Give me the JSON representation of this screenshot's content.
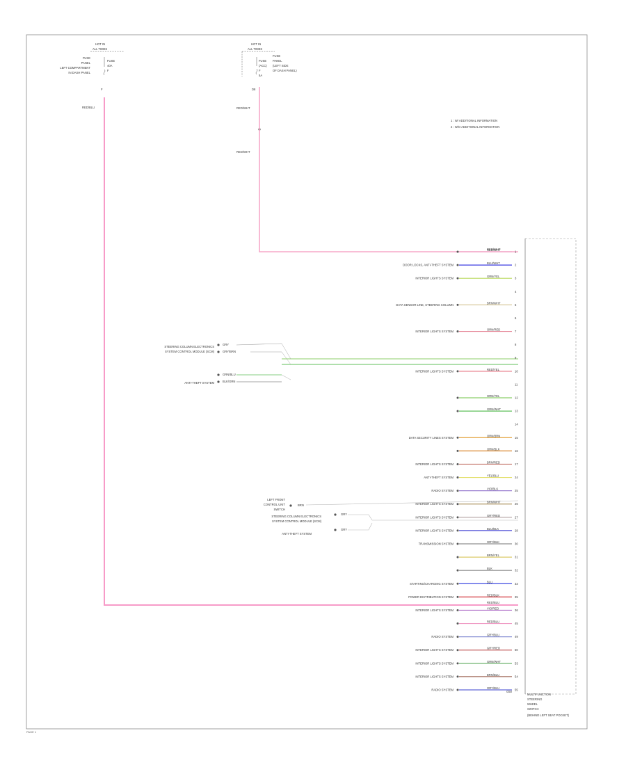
{
  "diagram": {
    "legend_notes": [
      "1  : W/ ADDITIONAL INFORMATION",
      "2  : W/O ADDITIONAL INFORMATION"
    ],
    "fuse_left": {
      "header": [
        "HOT IN",
        "ALL TIMES"
      ],
      "labels": [
        "FUSE",
        "PANEL",
        "LEFT COMPARTMENT",
        "IN DASH PANEL"
      ],
      "detail": [
        "FUSE",
        "40A",
        "F"
      ],
      "pin": "F",
      "wire": "RED/BLU"
    },
    "fuse_center": {
      "header": [
        "HOT IN",
        "ALL TIMES"
      ],
      "detail": [
        "FUSE",
        "(ACC)",
        "F",
        "5A"
      ],
      "labels": [
        "FUSE",
        "PANEL",
        "(LEFT SIDE",
        "OF DASH PANEL)"
      ],
      "pin": "D8",
      "wire_upper": "RED/WHT",
      "wire_lower": "RED/WHT"
    },
    "module": {
      "header": "",
      "caption": [
        "MULTIFUNCTION",
        "STEERING",
        "WHEEL",
        "SWITCH",
        "(BEHIND LEFT SEAT POCKET)"
      ],
      "ground_label": "G50"
    },
    "main_wire_colors": {
      "power_left": "#f79bc8",
      "power_center": "#f7a8c9"
    },
    "pins": [
      {
        "label": "",
        "wire": "RED/WHT",
        "color": "#f1a6c6",
        "pin": "1"
      },
      {
        "label": "DOOR LOCKS, ANTI-THEFT SYSTEM",
        "wire": "BLU/WHT",
        "color": "#3b3be0",
        "pin": "2"
      },
      {
        "label": "INTERIOR LIGHTS SYSTEM",
        "wire": "GRN/YEL",
        "color": "#b8d85a",
        "pin": "3"
      },
      {
        "label": "",
        "wire": "",
        "color": "",
        "pin": "4"
      },
      {
        "label": "DATA SENSOR LINE, STEERING COLUMN",
        "wire": "BRN/WHT",
        "color": "#d7c89a",
        "pin": "5"
      },
      {
        "label": "",
        "wire": "",
        "color": "",
        "pin": "6"
      },
      {
        "label": "INTERIOR LIGHTS SYSTEM",
        "wire": "ORN/RED",
        "color": "#e78a9a",
        "pin": "7"
      },
      {
        "label": "",
        "wire": "",
        "color": "",
        "pin": "8"
      },
      {
        "label": "",
        "wire": "",
        "color": "",
        "pin": "9"
      },
      {
        "label": "INTERIOR LIGHTS SYSTEM",
        "wire": "RED/YEL",
        "color": "#e46a7a",
        "pin": "10"
      },
      {
        "label": "",
        "wire": "",
        "color": "",
        "pin": "11"
      },
      {
        "label": "",
        "wire": "GRN/YEL",
        "color": "#8ccf6a",
        "pin": "12"
      },
      {
        "label": "",
        "wire": "GRN/WHT",
        "color": "#5fbf5a",
        "pin": "13"
      },
      {
        "label": "",
        "wire": "",
        "color": "",
        "pin": "14"
      },
      {
        "label": "DATA SECURITY LINES SYSTEM",
        "wire": "ORN/BRN",
        "color": "#e2a13a",
        "pin": "15"
      },
      {
        "label": "",
        "wire": "ORN/BLK",
        "color": "#d9852a",
        "pin": "16"
      },
      {
        "label": "INTERIOR LIGHTS SYSTEM",
        "wire": "BRN/RED",
        "color": "#c4746a",
        "pin": "17"
      },
      {
        "label": "ANTI-THEFT SYSTEM",
        "wire": "YEL/BLU",
        "color": "#e2df6a",
        "pin": "24"
      },
      {
        "label": "RADIO SYSTEM",
        "wire": "VIO/BLK",
        "color": "#9a7fd0",
        "pin": "25"
      },
      {
        "label": "INTERIOR LIGHTS SYSTEM",
        "wire": "BRN/WHT",
        "color": "#b39a6a",
        "pin": "26"
      },
      {
        "label": "INTERIOR LIGHTS SYSTEM",
        "wire": "GRY/RED",
        "color": "#b0a0a0",
        "pin": "27"
      },
      {
        "label": "INTERIOR LIGHTS SYSTEM",
        "wire": "BLU/BLK",
        "color": "#4a4ad6",
        "pin": "28"
      },
      {
        "label": "TRANSMISSION SYSTEM",
        "wire": "GRY/BLK",
        "color": "#909090",
        "pin": "30"
      },
      {
        "label": "",
        "wire": "BRN/YEL",
        "color": "#dccb6a",
        "pin": "31"
      },
      {
        "label": "",
        "wire": "BLK",
        "color": "#888888",
        "pin": "32"
      },
      {
        "label": "STARTING/CHARGING SYSTEM",
        "wire": "BLU",
        "color": "#3c48e0",
        "pin": "33"
      },
      {
        "label": "POWER DISTRIBUTION SYSTEM",
        "wire": "RED/BLK",
        "color": "#d2343a",
        "pin": "35"
      },
      {
        "label": "INTERIOR LIGHTS SYSTEM",
        "wire": "VIO/RED",
        "color": "#b070c8",
        "pin": "36"
      },
      {
        "label": "",
        "wire": "RED/BLU",
        "color": "#f09ac4",
        "pin": "45"
      },
      {
        "label": "RADIO SYSTEM",
        "wire": "GRY/BLU",
        "color": "#8c94d6",
        "pin": "49"
      },
      {
        "label": "INTERIOR LIGHTS SYSTEM",
        "wire": "GRY/RED",
        "color": "#c46060",
        "pin": "50"
      },
      {
        "label": "INTERIOR LIGHTS SYSTEM",
        "wire": "GRN/WHT",
        "color": "#5aa85a",
        "pin": "53"
      },
      {
        "label": "INTERIOR LIGHTS SYSTEM",
        "wire": "BRN/BLU",
        "color": "#a06a5a",
        "pin": "54"
      },
      {
        "label": "RADIO SYSTEM",
        "wire": "GRY/BLU",
        "color": "#5f66d6",
        "pin": "55"
      }
    ],
    "left_groups": [
      {
        "labels": [
          "STEERING COLUMN ELECTRONICS",
          "SYSTEM CONTROL MODULE (SCM)"
        ],
        "wires": [
          "GRY",
          "GRY/BRN"
        ]
      },
      {
        "labels": [
          "ANTI-THEFT SYSTEM"
        ],
        "wires": [
          "GRN/BLU",
          "BLK/GRN"
        ]
      },
      {
        "labels": [
          "LEFT FRONT",
          "CONTROL UNIT",
          "SWITCH"
        ],
        "wires": [
          "BRN"
        ]
      },
      {
        "labels": [
          "STEERING COLUMN ELECTRONICS",
          "SYSTEM CONTROL MODULE (SCM)"
        ],
        "wires": [
          "GRY"
        ]
      },
      {
        "labels": [
          "ANTI-THEFT SYSTEM"
        ],
        "wires": [
          "GRY"
        ]
      }
    ],
    "page_number": "PAGE 1"
  }
}
